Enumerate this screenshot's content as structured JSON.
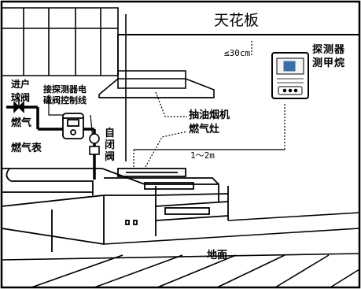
{
  "labels": {
    "ceiling": "天花板",
    "max_distance_from_ceiling": "≤30cm",
    "detector_line1": "探测器",
    "detector_line2": "测甲烷",
    "inlet_valve_line1": "进户",
    "inlet_valve_line2": "球阀",
    "connect_line1": "接探测器电",
    "connect_line2": "磁阀控制线",
    "gas": "燃气",
    "gas_meter": "燃气表",
    "auto_valve_line1": "自",
    "auto_valve_line2": "闭",
    "auto_valve_line3": "阀",
    "range_hood": "抽油烟机",
    "gas_stove": "燃气灶",
    "horizontal_distance": "1～2m",
    "floor": "地面"
  }
}
